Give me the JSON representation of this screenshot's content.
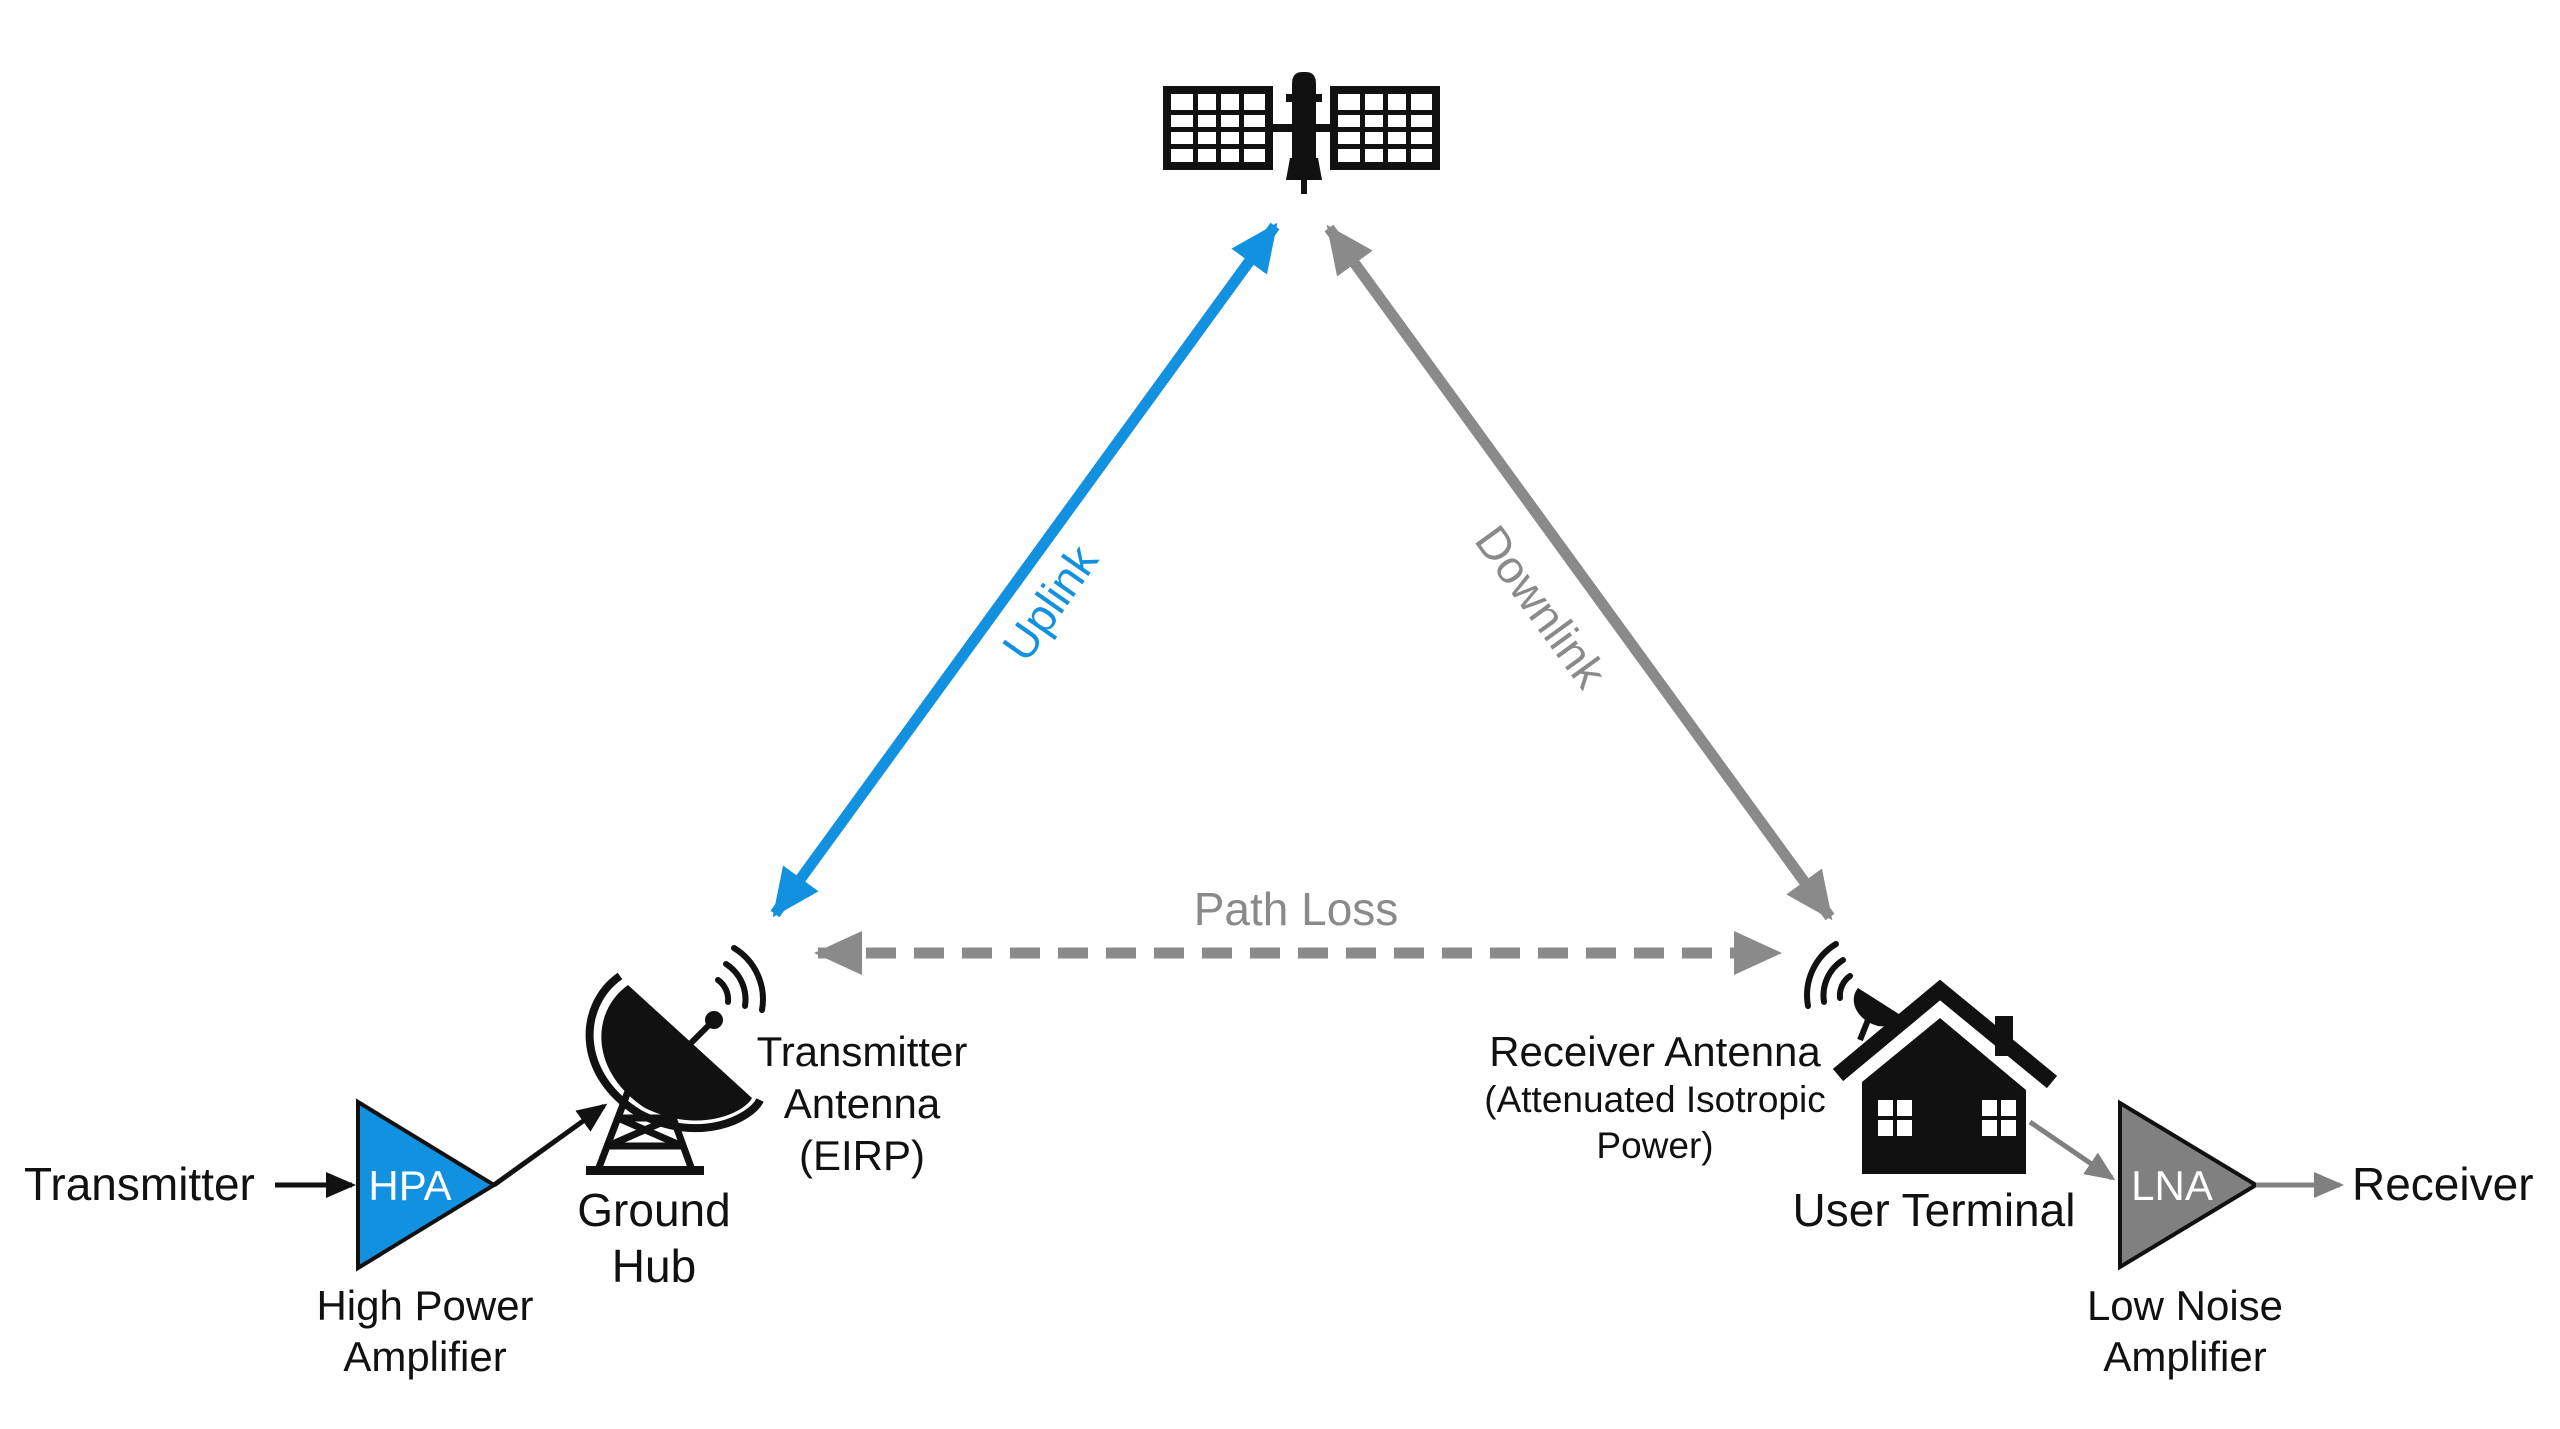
{
  "colors": {
    "uplink": "#1191e0",
    "downlink": "#8a8a8a",
    "path_loss": "#8a8a8a",
    "hpa_fill": "#1191e0",
    "lna_fill": "#808080",
    "ink": "#111111"
  },
  "icons": {
    "satellite": "satellite-icon",
    "ground_hub": "satellite-dish-tower-icon",
    "user_terminal": "house-with-dish-icon",
    "signal": "signal-waves-icon"
  },
  "links": {
    "uplink": "Uplink",
    "downlink": "Downlink",
    "path_loss": "Path Loss"
  },
  "transmit_chain": {
    "transmitter": "Transmitter",
    "hpa_abbr": "HPA",
    "hpa_label_line1": "High Power",
    "hpa_label_line2": "Amplifier",
    "ground_hub_line1": "Ground",
    "ground_hub_line2": "Hub",
    "tx_antenna_line1": "Transmitter",
    "tx_antenna_line2": "Antenna",
    "tx_antenna_line3": "(EIRP)"
  },
  "receive_chain": {
    "rx_antenna_line1": "Receiver Antenna",
    "rx_antenna_line2": "(Attenuated Isotropic",
    "rx_antenna_line3": "Power)",
    "user_terminal": "User Terminal",
    "lna_abbr": "LNA",
    "lna_label_line1": "Low Noise",
    "lna_label_line2": "Amplifier",
    "receiver": "Receiver"
  }
}
